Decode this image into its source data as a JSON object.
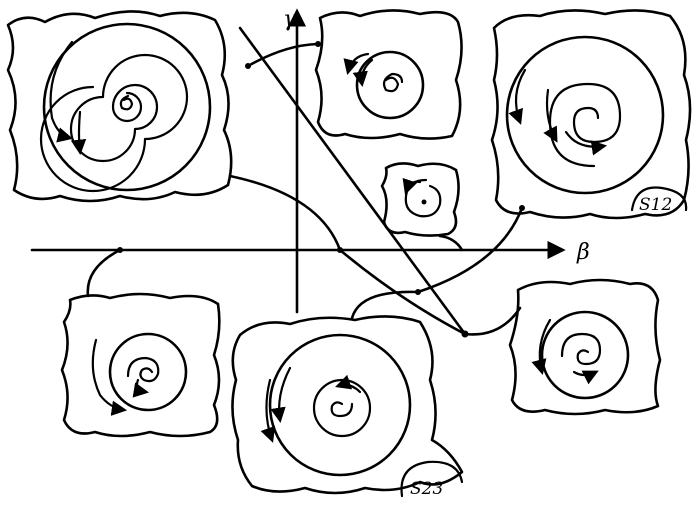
{
  "axes": {
    "x_label": "β",
    "y_label": "γ"
  },
  "regions": [
    {
      "label": "S12"
    },
    {
      "label": "S23"
    }
  ],
  "colors": {
    "ink": "#000000",
    "paper": "#ffffff"
  }
}
